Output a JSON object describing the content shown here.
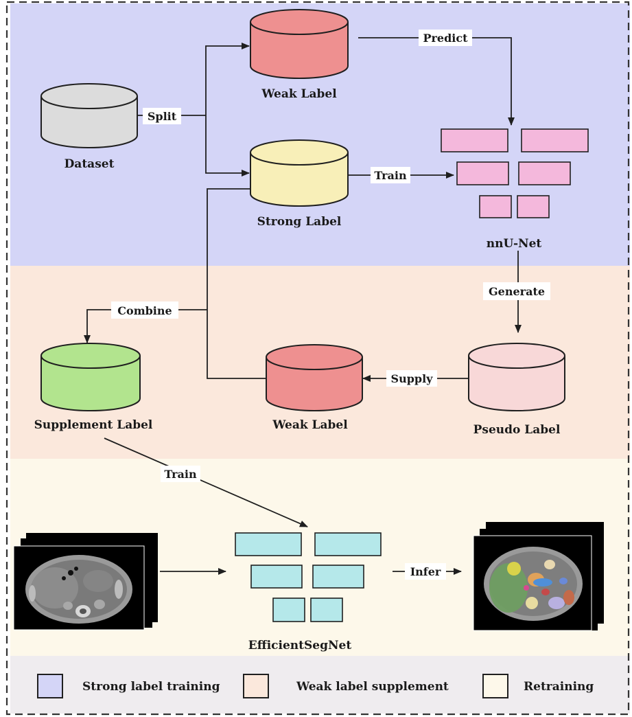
{
  "nodes": {
    "dataset": "Dataset",
    "weak_label_top": "Weak Label",
    "strong_label": "Strong Label",
    "nnunet": "nnU-Net",
    "pseudo_label": "Pseudo Label",
    "weak_label_mid": "Weak Label",
    "supplement_label": "Supplement Label",
    "efficientsegnet": "EfficientSegNet"
  },
  "edges": {
    "split": "Split",
    "predict": "Predict",
    "train_top": "Train",
    "generate": "Generate",
    "supply": "Supply",
    "combine": "Combine",
    "train_bottom": "Train",
    "infer": "Infer"
  },
  "legend": [
    {
      "label": "Strong label training",
      "color": "#d4d5f7"
    },
    {
      "label": "Weak label supplement",
      "color": "#fbe8dc"
    },
    {
      "label": "Retraining",
      "color": "#fdf8ea"
    }
  ],
  "colors": {
    "dataset": "#dcdcdc",
    "weak_label": "#ee9090",
    "strong_label": "#f8efb8",
    "pseudo_label": "#f8d8d8",
    "supplement_label": "#b2e48e",
    "nnunet_block": "#f4b8dc",
    "efficientsegnet_block": "#b5e8ea"
  },
  "icons": {
    "ct_input": "ct-scan-stack-icon",
    "ct_output": "segmented-ct-stack-icon"
  }
}
